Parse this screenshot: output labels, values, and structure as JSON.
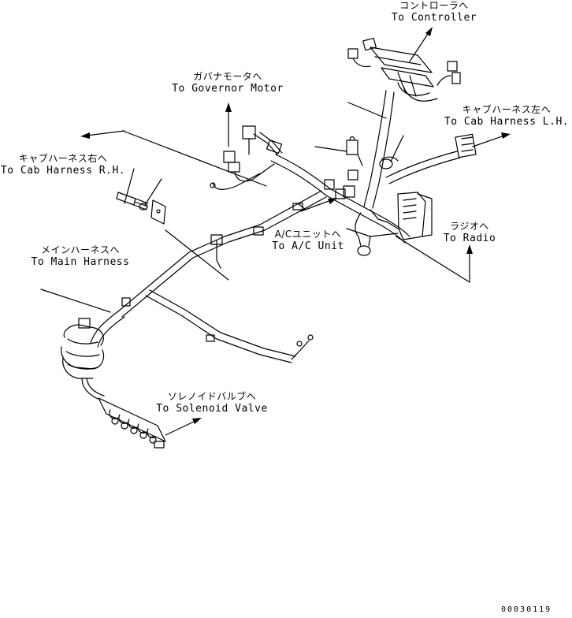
{
  "labels": {
    "controller": {
      "jp": "コントローラへ",
      "en": "To Controller"
    },
    "governor": {
      "jp": "ガバナモータへ",
      "en": "To Governor Motor"
    },
    "cab_lh": {
      "jp": "キャブハーネス左へ",
      "en": "To Cab Harness L.H."
    },
    "cab_rh": {
      "jp": "キャブハーネス右へ",
      "en": "To Cab Harness R.H."
    },
    "ac_unit": {
      "jp": "A/Cユニットへ",
      "en": "To A/C Unit"
    },
    "radio": {
      "jp": "ラジオへ",
      "en": "To Radio"
    },
    "main_harness": {
      "jp": "メインハーネスへ",
      "en": "To Main Harness"
    },
    "solenoid": {
      "jp": "ソレノイドバルブへ",
      "en": "To Solenoid Valve"
    }
  },
  "drawing_id": "00030119"
}
